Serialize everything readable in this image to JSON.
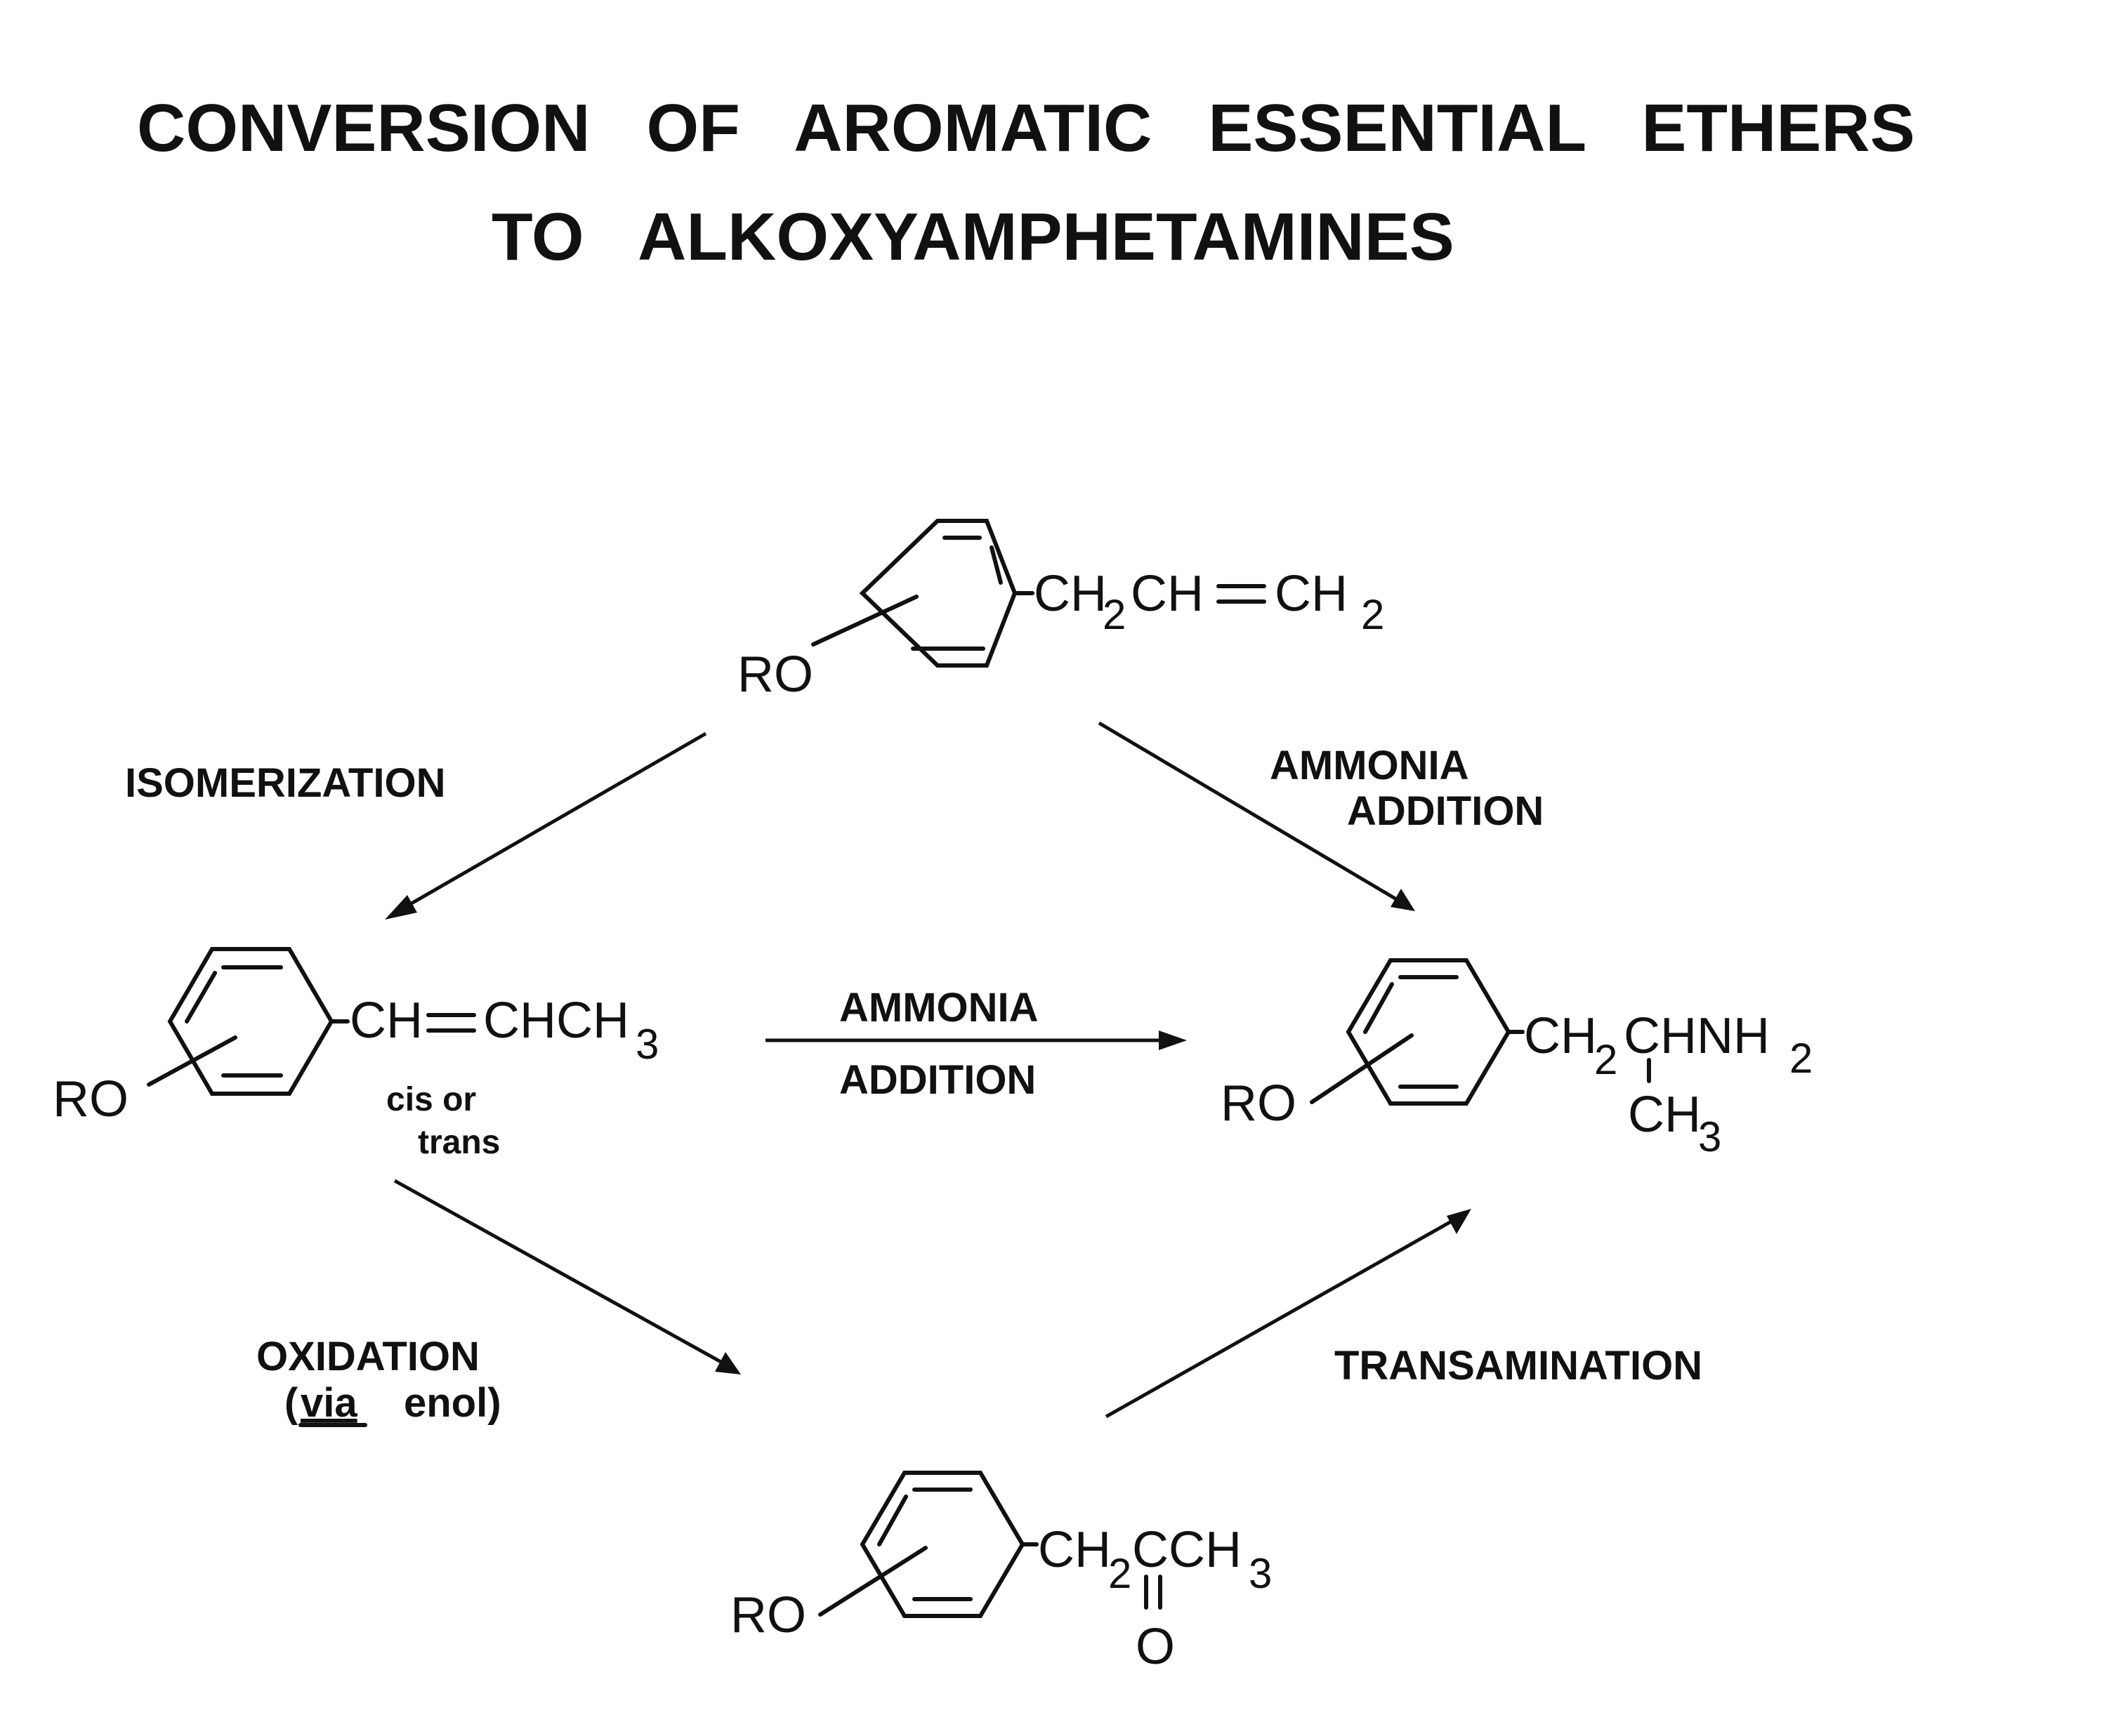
{
  "title": {
    "line1": "CONVERSION   OF   AROMATIC   ESSENTIAL   ETHERS",
    "line2": "TO   ALKOXYAMPHETAMINES"
  },
  "compounds": {
    "allyl": {
      "ro": "RO",
      "chain_a": "CH",
      "chain_sub1": "2",
      "chain_b": "CH",
      "chain_c": "CH",
      "chain_sub2": "2"
    },
    "propenyl": {
      "ro": "RO",
      "chain_a": "CH",
      "chain_b": "CHCH",
      "chain_sub": "3",
      "note1": "cis or",
      "note2": "trans"
    },
    "amphetamine": {
      "ro": "RO",
      "chain_a": "CH",
      "chain_sub1": "2",
      "chain_b": "CHNH",
      "chain_sub2": "2",
      "methyl": "CH",
      "methyl_sub": "3"
    },
    "ketone": {
      "ro": "RO",
      "chain_a": "CH",
      "chain_sub1": "2",
      "chain_b": "CCH",
      "chain_sub2": "3",
      "oxygen": "O"
    }
  },
  "reactions": {
    "isomerization": "ISOMERIZATION",
    "ammonia_addition_top_1": "AMMONIA",
    "ammonia_addition_top_2": "ADDITION",
    "ammonia_addition_mid_1": "AMMONIA",
    "ammonia_addition_mid_2": "ADDITION",
    "oxidation_1": "OXIDATION",
    "oxidation_2_open": "(",
    "oxidation_2_via": "via",
    "oxidation_2_rest": "enol)",
    "transamination": "TRANSAMINATION"
  }
}
